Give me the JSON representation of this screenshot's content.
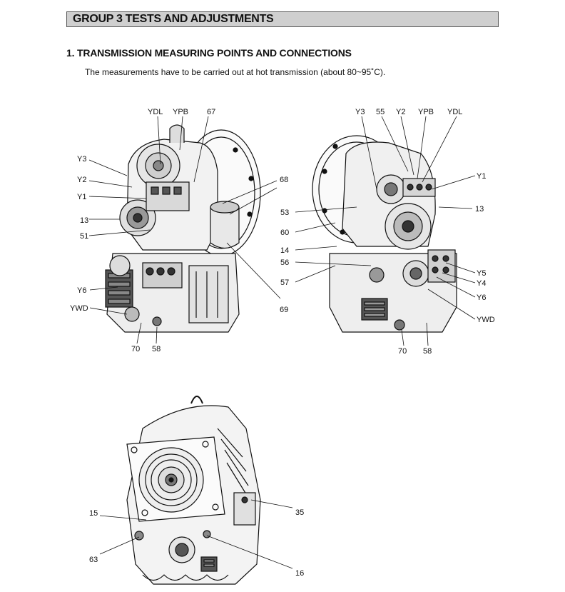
{
  "header": {
    "group_title": "GROUP  3  TESTS AND ADJUSTMENTS"
  },
  "section": {
    "title": "1. TRANSMISSION MEASURING POINTS AND CONNECTIONS",
    "intro": "The measurements have to be carried out at hot transmission (about 80~95˚C)."
  },
  "figure_left": {
    "labels": {
      "ydl": "YDL",
      "ypb": "YPB",
      "n67": "67",
      "y3": "Y3",
      "y2": "Y2",
      "y1": "Y1",
      "n13": "13",
      "n51": "51",
      "n68": "68",
      "y6": "Y6",
      "ywd": "YWD",
      "n69": "69",
      "n70": "70",
      "n58": "58"
    }
  },
  "figure_right": {
    "labels": {
      "y3": "Y3",
      "n55": "55",
      "y2": "Y2",
      "ypb": "YPB",
      "ydl": "YDL",
      "y1": "Y1",
      "n13": "13",
      "n53": "53",
      "n60": "60",
      "n14": "14",
      "n56": "56",
      "n57": "57",
      "y5": "Y5",
      "y4": "Y4",
      "y6": "Y6",
      "ywd": "YWD",
      "n70": "70",
      "n58": "58"
    }
  },
  "figure_bottom": {
    "labels": {
      "n15": "15",
      "n35": "35",
      "n63": "63",
      "n16": "16"
    }
  }
}
